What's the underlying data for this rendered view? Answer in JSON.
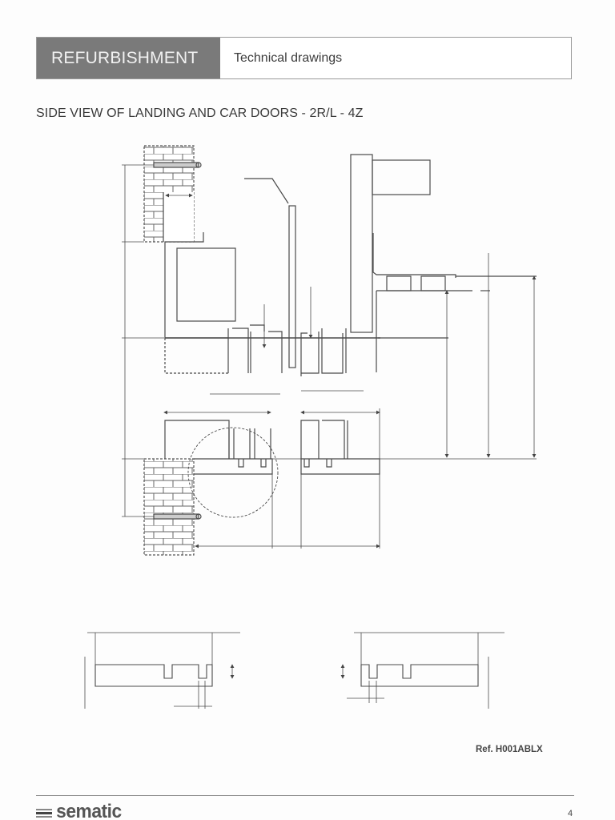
{
  "header": {
    "section": "REFURBISHMENT",
    "subtitle": "Technical drawings"
  },
  "page_title": "SIDE VIEW OF LANDING AND CAR DOORS - 2R/L - 4Z",
  "drawing": {
    "main_view": "side-view-landing-and-car-doors",
    "details": [
      "sill-profile-left",
      "sill-profile-right"
    ],
    "colors": {
      "line": "#4a4a4a",
      "light_line": "#8a8a8a",
      "header_band": "#7a7a7a"
    }
  },
  "reference": "Ref. H001ABLX",
  "footer": {
    "brand": "sematic",
    "page_number": "4"
  }
}
